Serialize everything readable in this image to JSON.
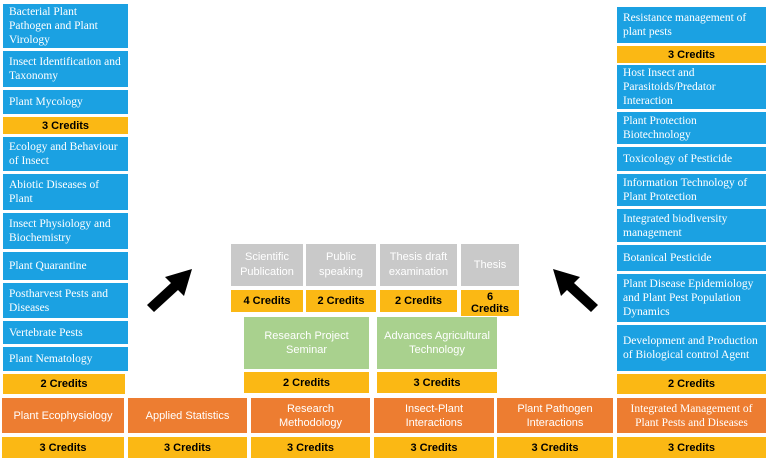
{
  "left_column": {
    "courses": [
      "Bacterial Plant Pathogen and Plant Virology",
      "Insect Identification and Taxonomy",
      "Plant Mycology"
    ],
    "credits_1": "3 Credits",
    "courses_2": [
      "Ecology and Behaviour of Insect",
      "Abiotic Diseases of Plant",
      "Insect Physiology and Biochemistry",
      "Plant Quarantine",
      "Postharvest Pests and Diseases",
      "Vertebrate Pests",
      "Plant Nematology"
    ],
    "credits_2": "2 Credits"
  },
  "right_column": {
    "courses": [
      "Resistance management of plant pests"
    ],
    "credits_1": "3 Credits",
    "courses_2": [
      "Host Insect and Parasitoids/Predator Interaction",
      "Plant Protection Biotechnology",
      "Toxicology of  Pesticide",
      "Information Technology of Plant Protection",
      "Integrated biodiversity management",
      "Botanical Pesticide",
      "Plant Disease Epidemiology and Plant Pest Population Dynamics",
      "Development and Production of Biological control Agent"
    ],
    "credits_2": "2 Credits"
  },
  "bottom_row": [
    {
      "label": "Plant Ecophysiology",
      "credits": "3 Credits"
    },
    {
      "label": "Applied Statistics",
      "credits": "3 Credits"
    },
    {
      "label": "Research Methodology",
      "credits": "3 Credits"
    },
    {
      "label": "Insect-Plant Interactions",
      "credits": "3 Credits"
    },
    {
      "label": "Plant Pathogen Interactions",
      "credits": "3 Credits"
    },
    {
      "label": "Integrated Management of Plant Pests and Diseases",
      "credits": "3 Credits"
    }
  ],
  "middle": {
    "green": [
      {
        "label": "Research Project Seminar",
        "credits": "2 Credits"
      },
      {
        "label": "Advances Agricultural Technology",
        "credits": "3 Credits"
      }
    ],
    "gray": [
      {
        "label": "Scientific Publication",
        "credits": "4 Credits"
      },
      {
        "label": "Public speaking",
        "credits": "2 Credits"
      },
      {
        "label": "Thesis draft examination",
        "credits": "2 Credits"
      },
      {
        "label": "Thesis",
        "credits": "6 Credits"
      }
    ]
  },
  "colors": {
    "blue": "#1ba1e2",
    "gold": "#fbb814",
    "orange": "#ed7d31",
    "gray": "#c9c9c9",
    "green": "#a9d18e"
  }
}
